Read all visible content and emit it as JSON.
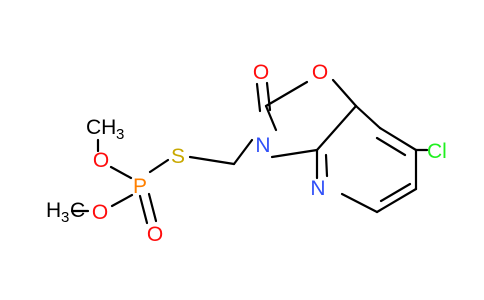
{
  "molecule": {
    "atoms": {
      "o_carbonyl": {
        "text": "O",
        "color": "#ff0d0d"
      },
      "o_ring": {
        "text": "O",
        "color": "#ff0d0d"
      },
      "n_ring": {
        "text": "N",
        "color": "#3050f8"
      },
      "n_pyridine": {
        "text": "N",
        "color": "#3050f8"
      },
      "cl": {
        "text": "Cl",
        "color": "#1ff01f"
      },
      "s": {
        "text": "S",
        "color": "#c8a800"
      },
      "p": {
        "text": "P",
        "color": "#ff8000"
      },
      "o_ester_top": {
        "text": "O",
        "color": "#ff0d0d"
      },
      "o_ester_bottom": {
        "text": "O",
        "color": "#ff0d0d"
      },
      "o_phosphoryl": {
        "text": "O",
        "color": "#ff0d0d"
      },
      "ch3_top": {
        "main": "CH",
        "sub": "3"
      },
      "ch3_bottom": {
        "main": "H",
        "sub": "3",
        "tail": "C"
      }
    }
  }
}
